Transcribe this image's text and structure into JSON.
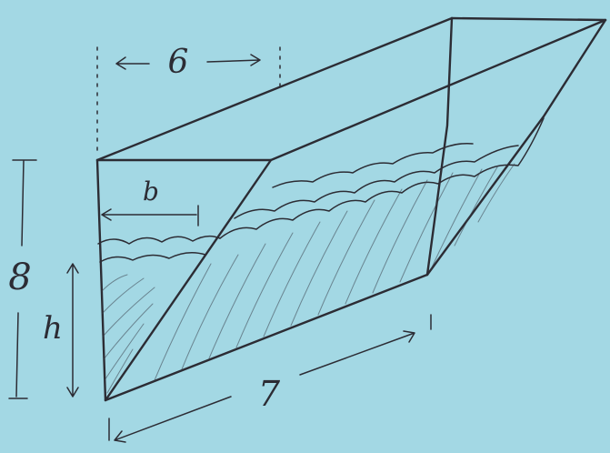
{
  "labels": {
    "top_width": "6",
    "length": "7",
    "height": "8",
    "water_width": "b",
    "water_depth": "h"
  },
  "colors": {
    "background": "#a3d8e4",
    "ink": "#2c2c34"
  }
}
